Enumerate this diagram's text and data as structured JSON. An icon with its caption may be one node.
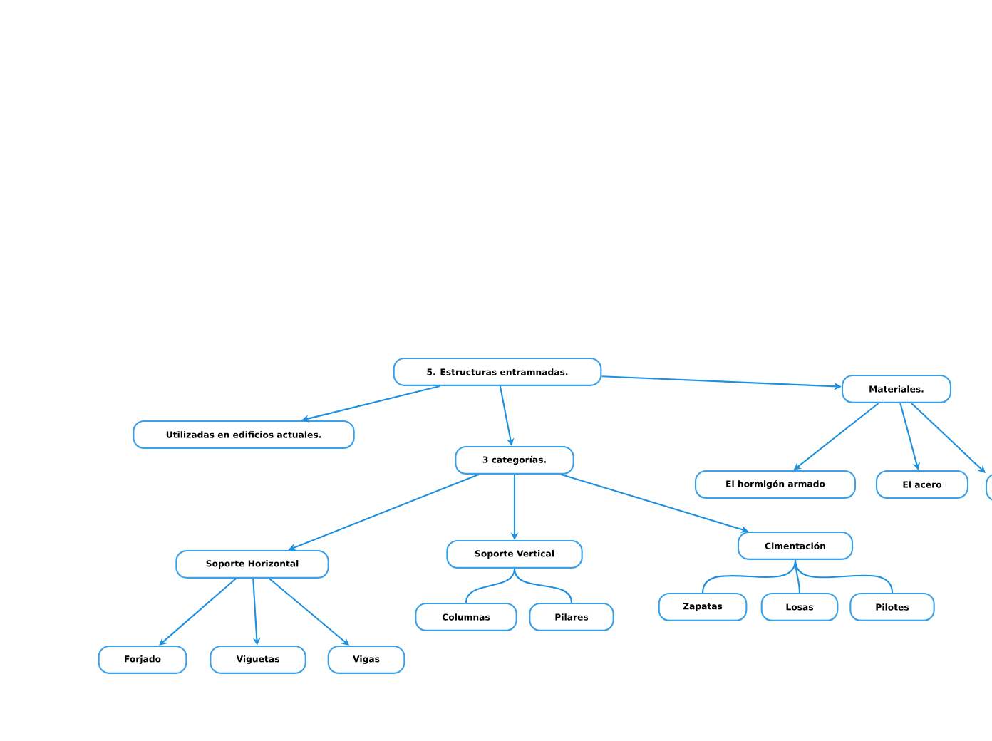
{
  "diagram": {
    "nodes": [
      {
        "text": [
          "5. Estructuras entramnadas."
        ]
      },
      {
        "text": [
          "Utilizadas en edificios actuales."
        ]
      },
      {
        "text": [
          "3 categorías."
        ]
      },
      {
        "text": [
          "Materiales."
        ]
      },
      {
        "text": [
          "El hormigón armado"
        ]
      },
      {
        "text": [
          "El acero"
        ]
      },
      {
        "text": [],
        "shape": "box"
      },
      {
        "text": [
          "Soporte Horizontal"
        ]
      },
      {
        "text": [
          "Soporte Vertical"
        ]
      },
      {
        "text": [
          "Cimentación"
        ]
      },
      {
        "text": [
          "Forjado"
        ]
      },
      {
        "text": [
          "Viguetas"
        ]
      },
      {
        "text": [
          "Vigas"
        ]
      },
      {
        "text": [
          "Columnas"
        ]
      },
      {
        "text": [
          "Pilares"
        ]
      },
      {
        "text": [
          "Zapatas"
        ]
      },
      {
        "text": [
          "Losas"
        ]
      },
      {
        "text": [
          "Pilotes"
        ]
      }
    ],
    "edges": [
      {
        "from": 0,
        "to": 1,
        "arrow": "to"
      },
      {
        "from": 0,
        "to": 2,
        "arrow": "to"
      },
      {
        "from": 0,
        "to": 3,
        "arrow": "to"
      },
      {
        "from": 3,
        "to": 4,
        "arrow": "to"
      },
      {
        "from": 3,
        "to": 5,
        "arrow": "to"
      },
      {
        "from": 3,
        "to": 6,
        "arrow": "to"
      },
      {
        "from": 2,
        "to": 7,
        "arrow": "to"
      },
      {
        "from": 2,
        "to": 8,
        "arrow": "to"
      },
      {
        "from": 2,
        "to": 9,
        "arrow": "to"
      },
      {
        "from": 7,
        "to": 10,
        "arrow": "to"
      },
      {
        "from": 7,
        "to": 11,
        "arrow": "to"
      },
      {
        "from": 7,
        "to": 12,
        "arrow": "to"
      },
      {
        "from": 8,
        "to": 13,
        "arrow": "none"
      },
      {
        "from": 8,
        "to": 14,
        "arrow": "none"
      },
      {
        "from": 9,
        "to": 15,
        "arrow": "none"
      },
      {
        "from": 9,
        "to": 16,
        "arrow": "none"
      },
      {
        "from": 9,
        "to": 17,
        "arrow": "none"
      }
    ]
  }
}
